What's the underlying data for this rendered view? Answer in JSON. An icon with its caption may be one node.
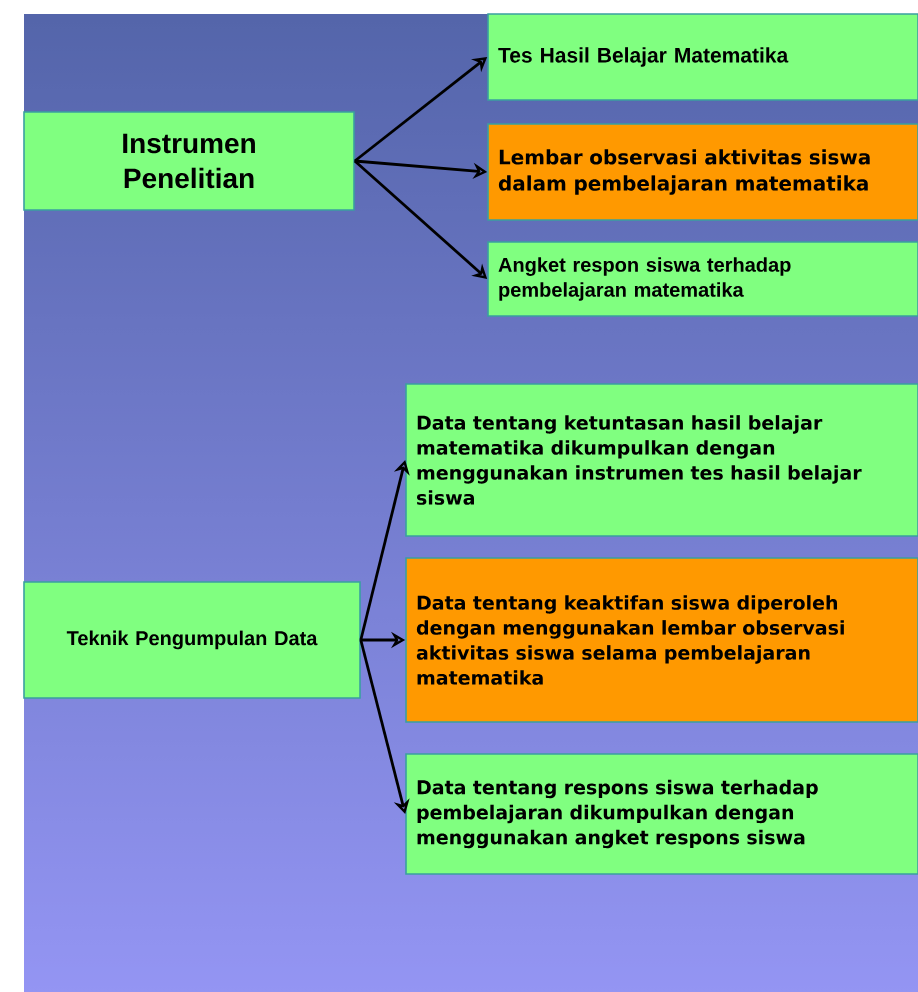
{
  "diagram": {
    "nodes": [
      {
        "text": [
          "Instrumen Penelitian"
        ]
      },
      {
        "text": [
          "Tes Hasil Belajar Matematika"
        ]
      },
      {
        "text": [
          "Lembar observasi aktivitas siswa dalam pembelajaran matematika"
        ]
      },
      {
        "text": [
          "Angket respon siswa terhadap pembelajaran matematika"
        ]
      },
      {
        "text": [
          "Teknik Pengumpulan Data"
        ]
      },
      {
        "text": [
          "Data tentang ketuntasan hasil belajar matematika dikumpulkan dengan menggunakan instrumen tes hasil belajar siswa"
        ]
      },
      {
        "text": [
          "Data tentang keaktifan siswa diperoleh dengan menggunakan lembar observasi aktivitas siswa selama pembelajaran matematika"
        ]
      },
      {
        "text": [
          "Data tentang respons siswa terhadap pembelajaran dikumpulkan dengan menggunakan angket respons siswa"
        ]
      }
    ],
    "edges": [
      {
        "from": 0,
        "to": 1,
        "arrow": "to"
      },
      {
        "from": 0,
        "to": 2,
        "arrow": "to"
      },
      {
        "from": 0,
        "to": 3,
        "arrow": "to"
      },
      {
        "from": 4,
        "to": 5,
        "arrow": "to"
      },
      {
        "from": 4,
        "to": 6,
        "arrow": "to"
      },
      {
        "from": 4,
        "to": 7,
        "arrow": "to"
      }
    ]
  }
}
